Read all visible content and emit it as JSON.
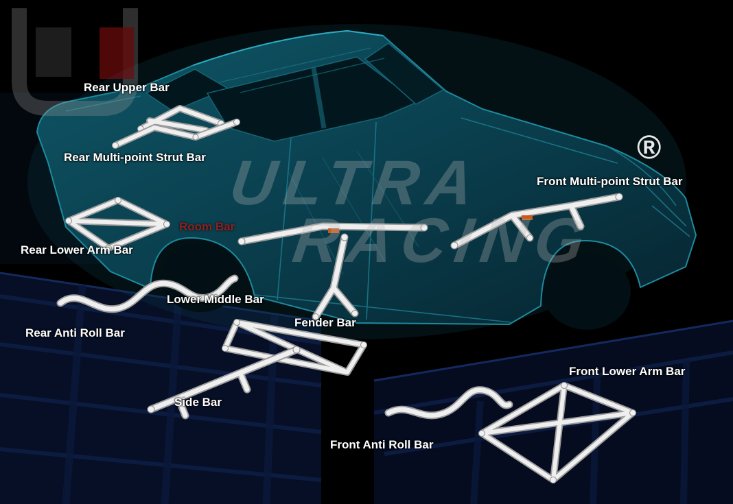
{
  "registered_mark": "®",
  "watermark": {
    "line1": "ULTRA",
    "line2": "RACING"
  },
  "colors": {
    "background": "#000000",
    "car_shell_teal": "#0b4553",
    "car_edge_teal": "#1d8b9e",
    "bar_white": "#efefef",
    "label_white": "#ffffff",
    "room_bar_red": "#8a2222",
    "subframe_navy": "#0d1d44",
    "watermark_gray": "#b9b9b9",
    "logo_red": "#b51414"
  },
  "labels": [
    {
      "id": "rear-upper-bar",
      "text": "Rear Upper Bar"
    },
    {
      "id": "rear-multi-point-strut-bar",
      "text": "Rear Multi-point Strut Bar"
    },
    {
      "id": "room-bar",
      "text": "Room Bar"
    },
    {
      "id": "rear-lower-arm-bar",
      "text": "Rear Lower Arm Bar"
    },
    {
      "id": "lower-middle-bar",
      "text": "Lower Middle Bar"
    },
    {
      "id": "rear-anti-roll-bar",
      "text": "Rear Anti Roll Bar"
    },
    {
      "id": "fender-bar",
      "text": "Fender Bar"
    },
    {
      "id": "side-bar",
      "text": "Side Bar"
    },
    {
      "id": "front-multi-point-strut-bar",
      "text": "Front Multi-point Strut Bar"
    },
    {
      "id": "front-lower-arm-bar",
      "text": "Front Lower Arm Bar"
    },
    {
      "id": "front-anti-roll-bar",
      "text": "Front Anti Roll Bar"
    }
  ]
}
